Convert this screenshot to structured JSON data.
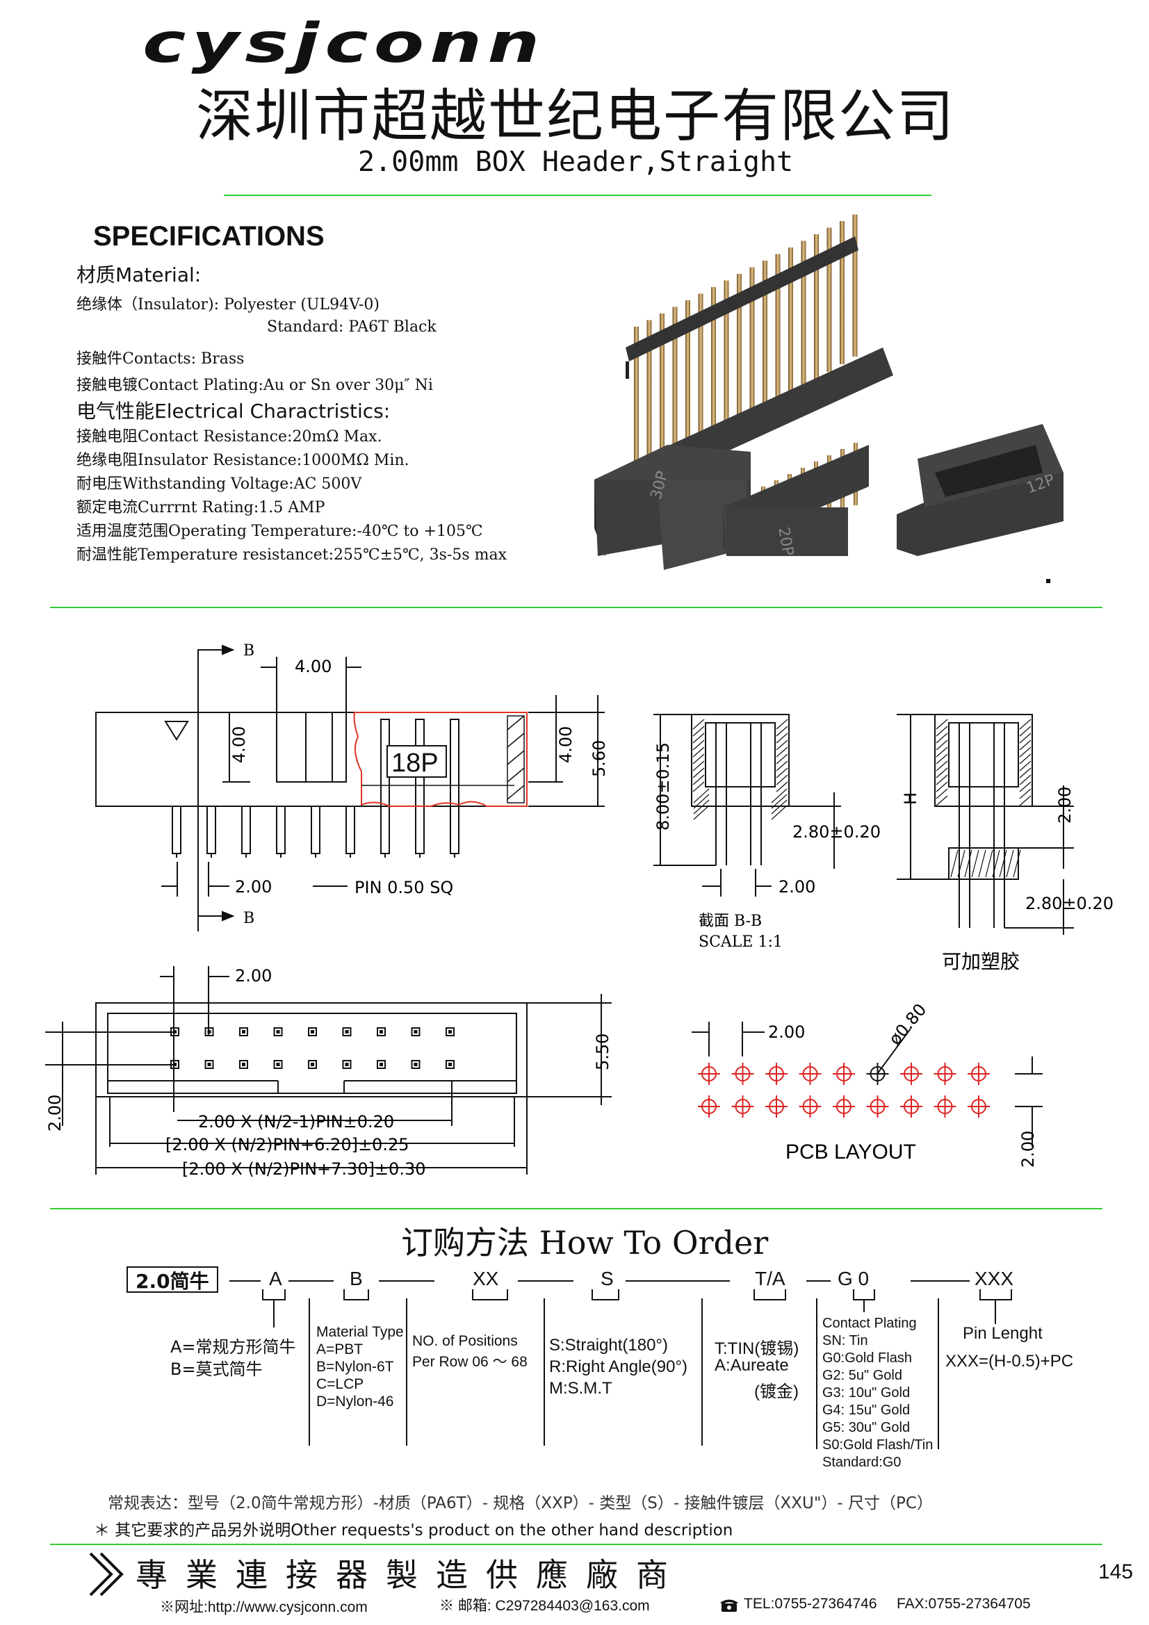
{
  "header": {
    "logo_text": "cysjconn",
    "company_cn": "深圳市超越世纪电子有限公司",
    "product_title": "2.00mm BOX Header,Straight"
  },
  "specs": {
    "heading": "SPECIFICATIONS",
    "material_heading": "材质Material:",
    "insulator": "绝缘体（Insulator):  Polyester (UL94V-0)",
    "insulator_std": "Standard: PA6T Black",
    "contacts": "接触件Contacts: Brass",
    "plating": "接触电镀Contact Plating:Au or Sn over 30μ″ Ni",
    "electrical_heading": "电气性能Electrical Charactristics:",
    "contact_resistance": "接触电阻Contact Resistance:20mΩ  Max.",
    "insulator_resistance": "绝缘电阻Insulator Resistance:1000MΩ  Min.",
    "withstanding_voltage": "耐电压Withstanding Voltage:AC 500V",
    "current_rating": "额定电流Currrnt Rating:1.5 AMP",
    "operating_temp": "适用温度范围Operating Temperature:-40℃ to +105℃",
    "temp_resistance": "耐温性能Temperature resistancet:255℃±5℃, 3s-5s max"
  },
  "photo_labels": {
    "label_a": "30P",
    "label_b": "20P",
    "label_c": "12P"
  },
  "drawing_front": {
    "section_mark": "B",
    "dim_top_pitch": "4.00",
    "dim_inner_height": "4.00",
    "dim_right_height": "4.00",
    "dim_total_height": "5.60",
    "label_18p": "18P",
    "dim_pitch": "2.00",
    "pin_note": "PIN 0.50 SQ"
  },
  "drawing_section": {
    "dim_height": "8.00±0.15",
    "dim_tail": "2.80±0.20",
    "dim_pitch": "2.00",
    "caption": "截面 B-B",
    "scale": "SCALE 1:1"
  },
  "drawing_side": {
    "dim_h": "H",
    "dim_2": "2.00",
    "dim_tail": "2.80±0.20",
    "caption": "可加塑胶"
  },
  "drawing_top": {
    "dim_pitch": "2.00",
    "dim_height": "5.50",
    "dim_row": "2.00",
    "formula_1": "2.00 X (N/2-1)PIN±0.20",
    "formula_2": "[2.00 X (N/2)PIN+6.20]±0.25",
    "formula_3": "[2.00 X (N/2)PIN+7.30]±0.30"
  },
  "pcb": {
    "dim_pitch": "2.00",
    "dim_hole": "ø0.80",
    "dim_row": "2.00",
    "caption": "PCB LAYOUT"
  },
  "order": {
    "heading": "订购方法  How To Order",
    "code_box": "2.0简牛",
    "codes": [
      "A",
      "B",
      "XX",
      "S",
      "T/A",
      "G 0",
      "XXX"
    ],
    "a_options": [
      "A=常规方形简牛",
      "B=莫式简牛"
    ],
    "b_title": "Material Type",
    "b_options": [
      "A=PBT",
      "B=Nylon-6T",
      "C=LCP",
      "D=Nylon-46"
    ],
    "xx_title": "NO. of Positions",
    "xx_range": "Per Row  06 ～ 68",
    "s_options": [
      "S:Straight(180°)",
      "R:Right Angle(90°)",
      "M:S.M.T"
    ],
    "t_options": [
      "T:TIN(镀锡)",
      "A:Aureate",
      "(镀金)"
    ],
    "g_title": "Contact Plating",
    "g_options": [
      "SN: Tin",
      "G0:Gold Flash",
      "G2:  5u\" Gold",
      "G3: 10u\" Gold",
      "G4: 15u\" Gold",
      "G5: 30u\" Gold",
      "S0:Gold Flash/Tin",
      "Standard:G0"
    ],
    "xxx_title": "Pin Lenght",
    "xxx_formula": "XXX=(H-0.5)+PC",
    "expression": "常规表达：型号（2.0简牛常规方形）-材质（PA6T）- 规格（XXP）- 类型（S）- 接触件镀层（XXU\"）- 尺寸（PC）",
    "note": "＊ 其它要求的产品另外说明Other requests's product on the other hand description"
  },
  "footer": {
    "slogan": "專業連接器製造供應廠商",
    "website": "※网址:http://www.cysjconn.com",
    "email": "※ 邮箱:  C297284403@163.com",
    "tel": "TEL:0755-27364746",
    "fax": "FAX:0755-27364705",
    "page_number": "145"
  }
}
